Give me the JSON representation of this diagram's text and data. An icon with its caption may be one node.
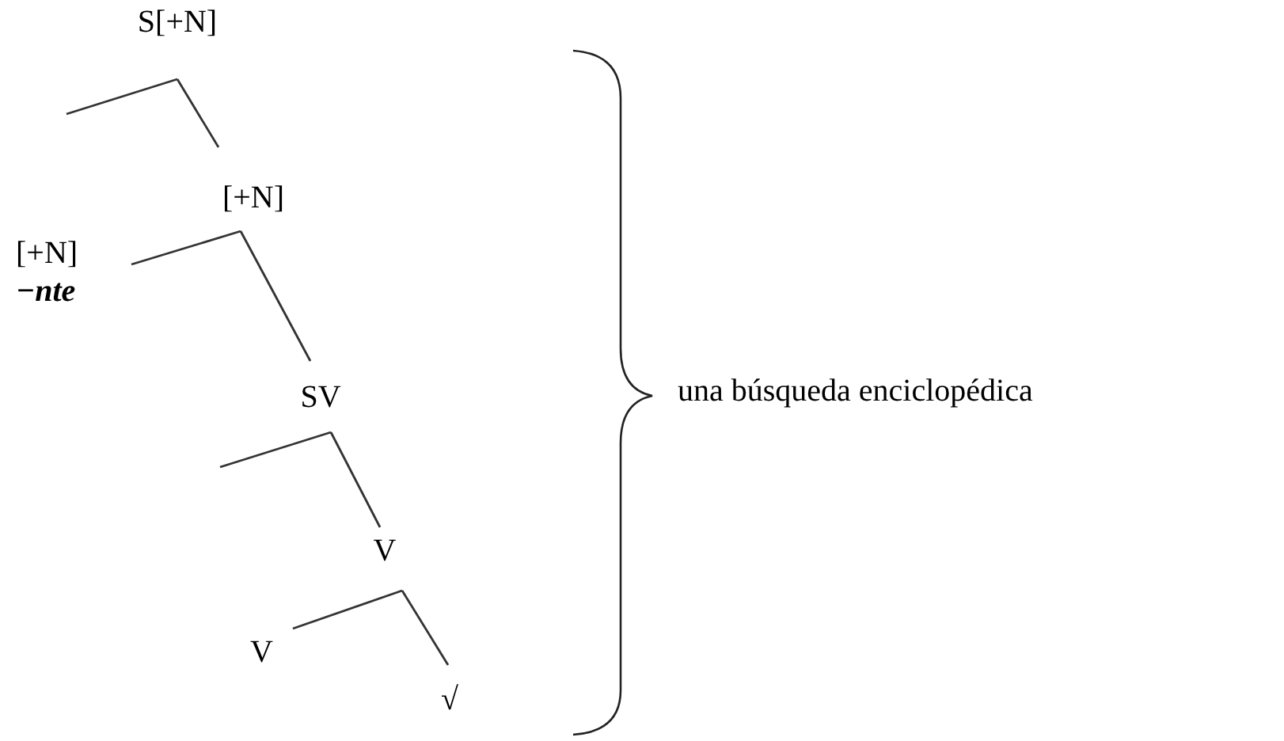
{
  "diagram": {
    "nodes": [
      {
        "text": [
          "S[+N]"
        ]
      },
      {
        "text": [
          "[+N]"
        ]
      },
      {
        "text": [
          "[+N]",
          "−nte"
        ]
      },
      {
        "text": [
          "SV"
        ]
      },
      {
        "text": [
          "V"
        ]
      },
      {
        "text": [
          "V"
        ]
      },
      {
        "text": [
          "√"
        ]
      }
    ],
    "edges": [
      {
        "from": 0,
        "to": null,
        "arrow": "none"
      },
      {
        "from": 0,
        "to": 1,
        "arrow": "none"
      },
      {
        "from": 1,
        "to": 2,
        "arrow": "none"
      },
      {
        "from": 1,
        "to": 3,
        "arrow": "none"
      },
      {
        "from": 3,
        "to": null,
        "arrow": "none"
      },
      {
        "from": 3,
        "to": 4,
        "arrow": "none"
      },
      {
        "from": 4,
        "to": 5,
        "arrow": "none"
      },
      {
        "from": 4,
        "to": 6,
        "arrow": "none"
      }
    ],
    "labels": [
      "una búsqueda enciclopédica"
    ]
  }
}
